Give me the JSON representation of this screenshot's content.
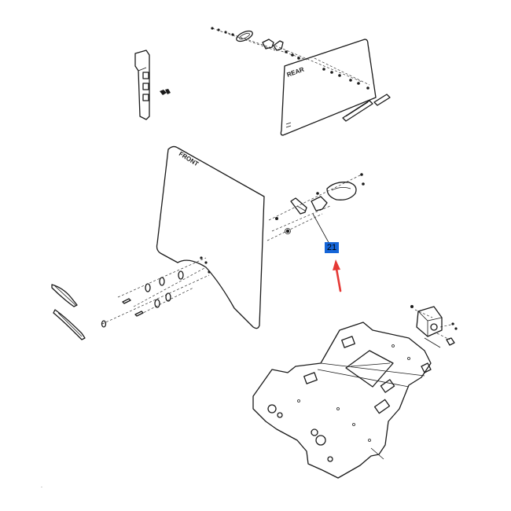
{
  "diagram": {
    "labels": {
      "rear_panel": "REAR",
      "front_panel": "FRONT"
    },
    "callout": {
      "number": "21",
      "background_color": "#1565d8"
    },
    "arrow_color": "#e53935"
  }
}
